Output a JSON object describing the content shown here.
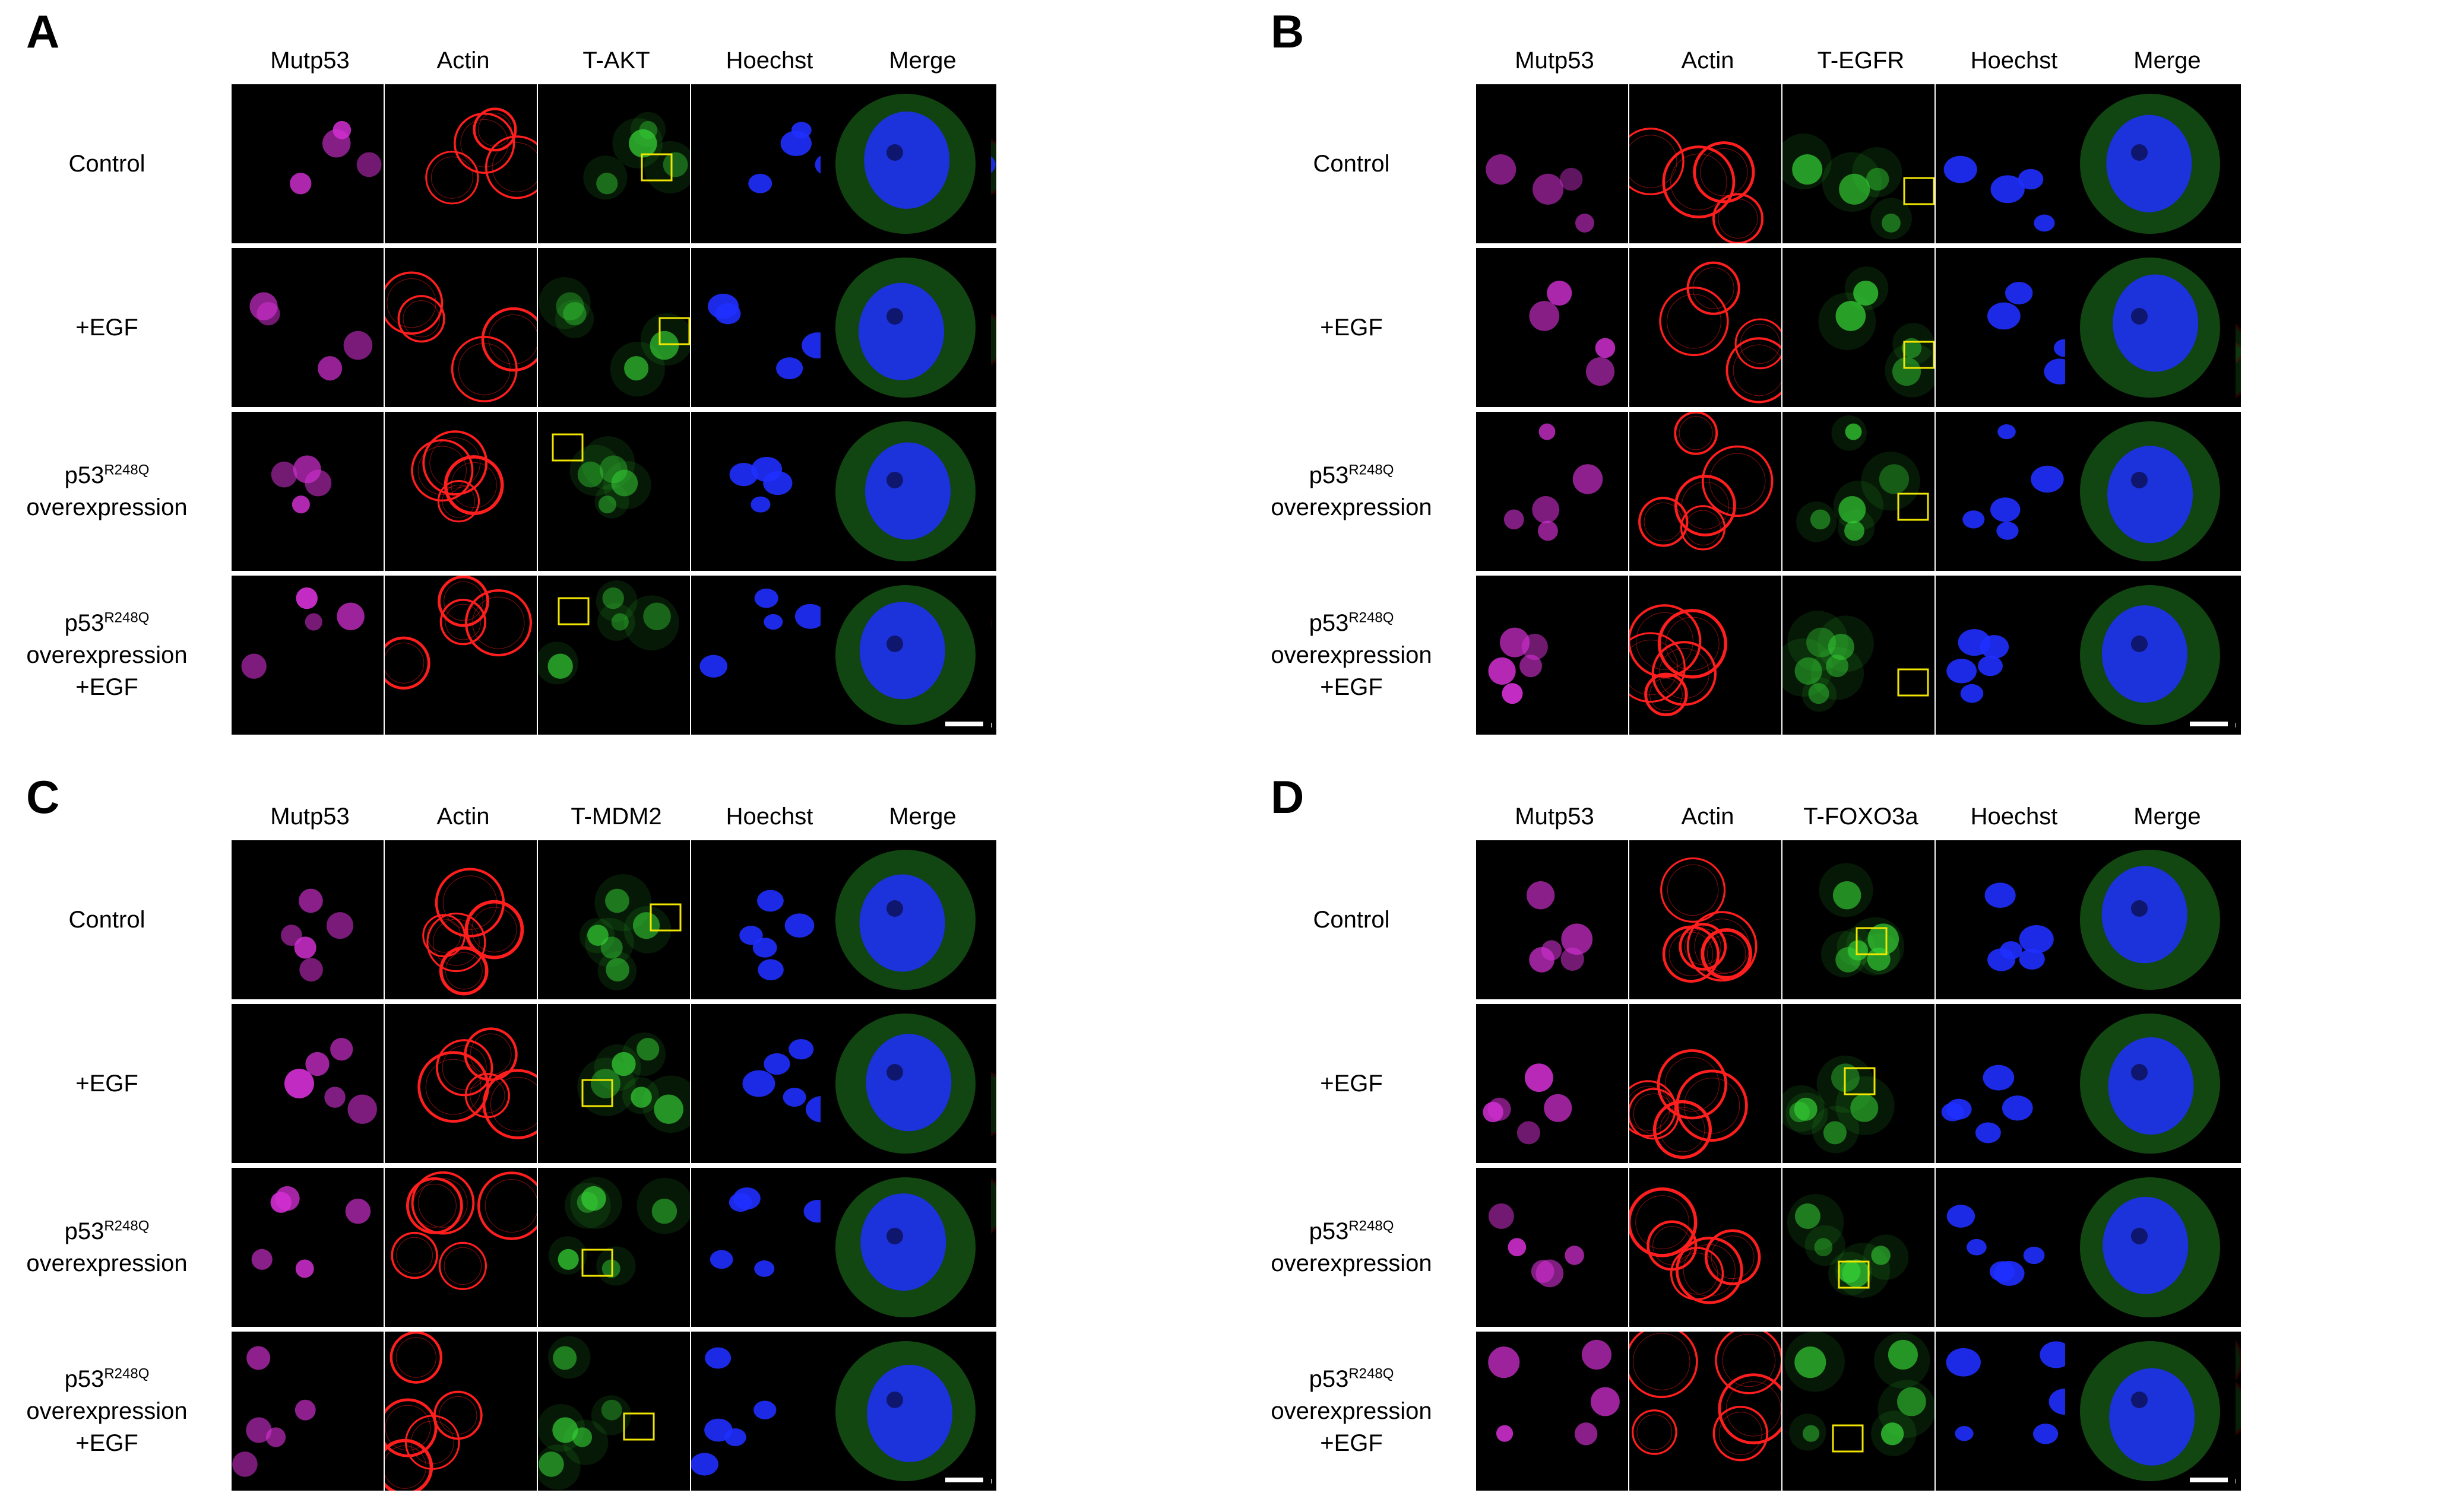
{
  "colors": {
    "mutp53": "#d22fd2",
    "actin": "#ff1e1e",
    "target": "#35d035",
    "hoechst": "#1f2fff",
    "roi_box": "#f2e600",
    "scale_bar": "#ffffff"
  },
  "row_labels": [
    {
      "main": "Control",
      "sup": "",
      "line2": "",
      "line3": ""
    },
    {
      "main": "+EGF",
      "sup": "",
      "line2": "",
      "line3": ""
    },
    {
      "main": "p53",
      "sup": "R248Q",
      "line2": "overexpression",
      "line3": ""
    },
    {
      "main": "p53",
      "sup": "R248Q",
      "line2": "overexpression",
      "line3": "+EGF"
    }
  ],
  "panels": [
    {
      "letter": "A",
      "columns": [
        "Mutp53",
        "Actin",
        "T-AKT",
        "Hoechst",
        "Merge"
      ]
    },
    {
      "letter": "B",
      "columns": [
        "Mutp53",
        "Actin",
        "T-EGFR",
        "Hoechst",
        "Merge"
      ]
    },
    {
      "letter": "C",
      "columns": [
        "Mutp53",
        "Actin",
        "T-MDM2",
        "Hoechst",
        "Merge"
      ]
    },
    {
      "letter": "D",
      "columns": [
        "Mutp53",
        "Actin",
        "T-FOXO3a",
        "Hoechst",
        "Merge"
      ]
    }
  ]
}
